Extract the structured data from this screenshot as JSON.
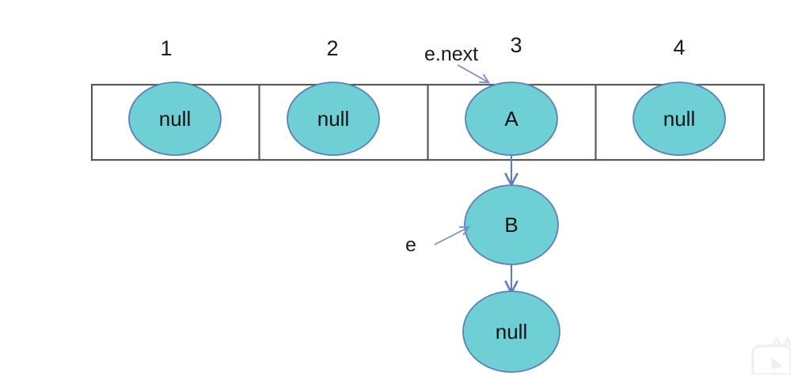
{
  "diagram": {
    "type": "hash-bucket-linked-list",
    "bucket_labels": [
      "1",
      "2",
      "3",
      "4"
    ],
    "buckets": [
      {
        "index": "1",
        "node_label": "null"
      },
      {
        "index": "2",
        "node_label": "null"
      },
      {
        "index": "3",
        "node_label": "A"
      },
      {
        "index": "4",
        "node_label": "null"
      }
    ],
    "chain": [
      {
        "label": "A"
      },
      {
        "label": "B"
      },
      {
        "label": "null"
      }
    ],
    "pointers": [
      {
        "name": "e.next",
        "label": "e.next",
        "target": "A"
      },
      {
        "name": "e",
        "label": "e",
        "target": "B"
      }
    ],
    "colors": {
      "node_fill": "#6ecfd4",
      "node_stroke": "#5b7fbe",
      "table_stroke": "#595959",
      "arrow": "#5b7fbe",
      "text": "#1a1a1a",
      "background": "#ffffff"
    }
  }
}
